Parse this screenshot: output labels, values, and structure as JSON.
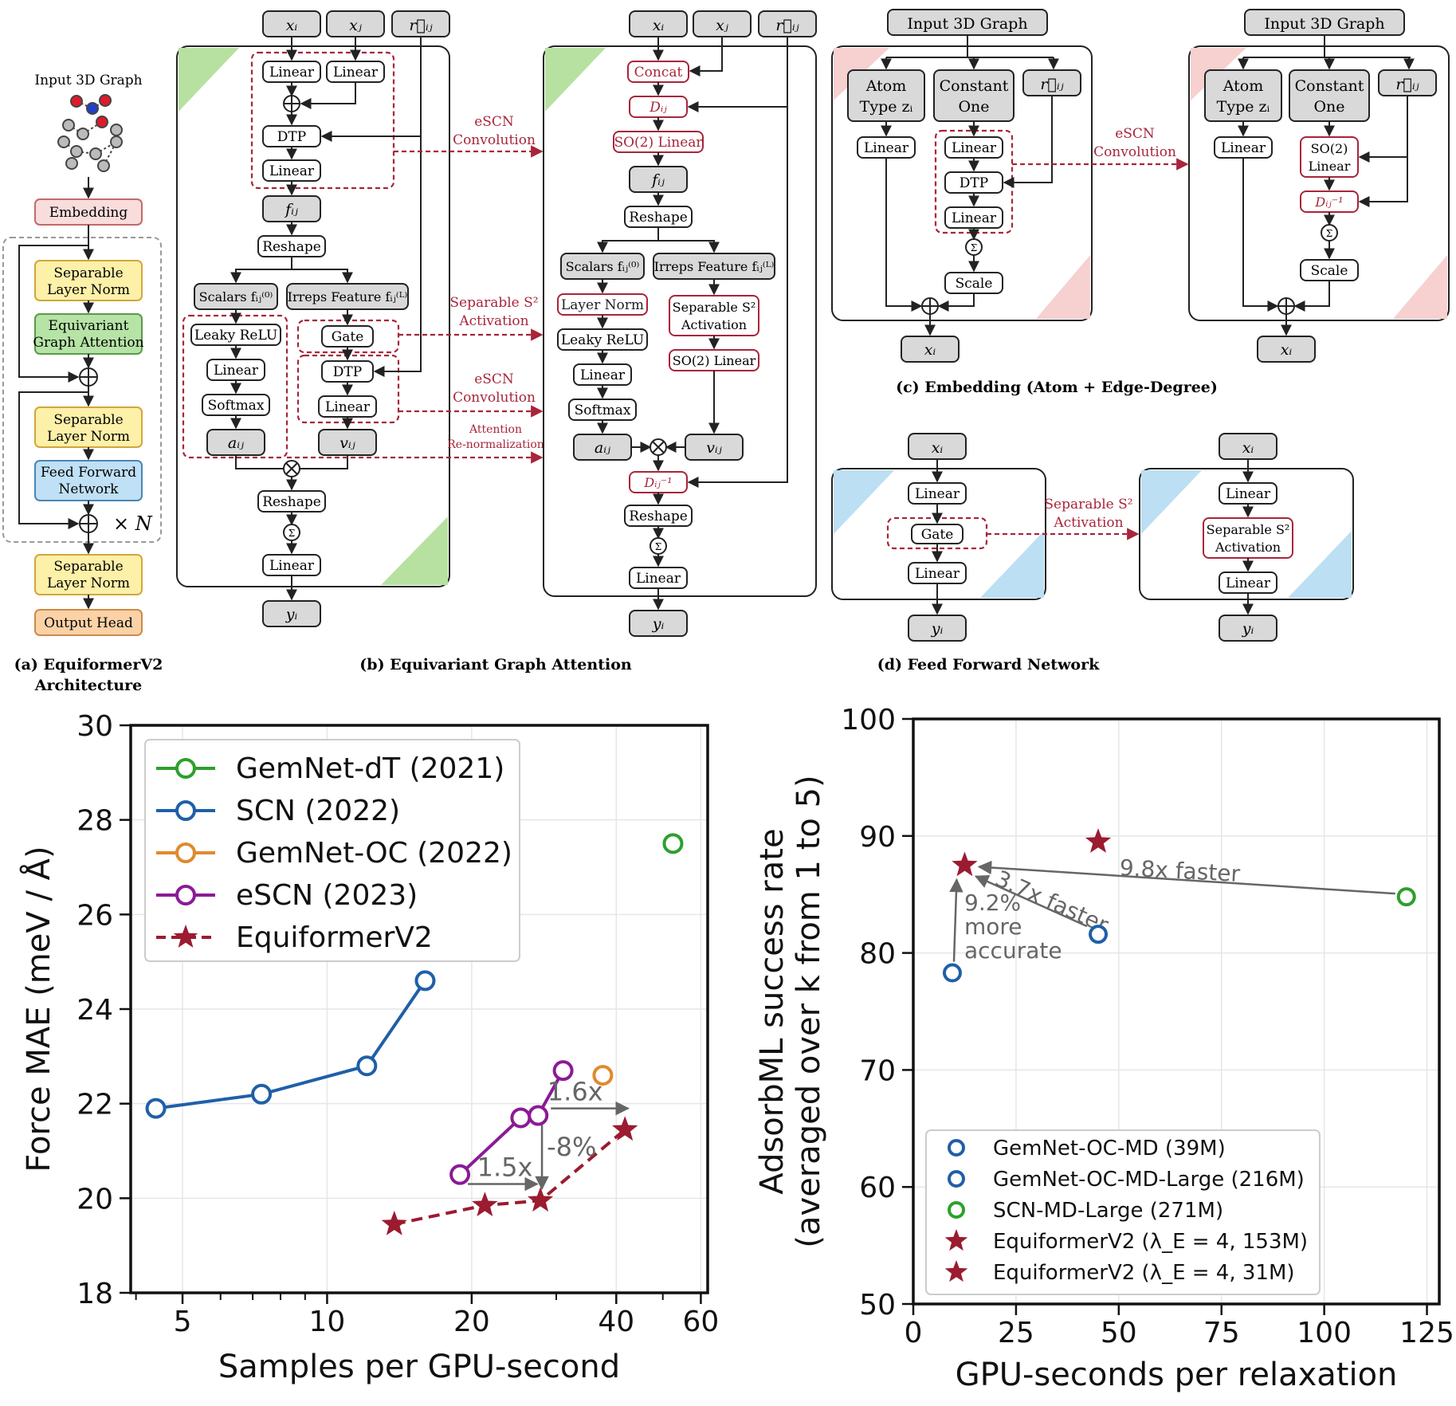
{
  "colors": {
    "red": "#a8253a",
    "gray_box": "#d9d9d9",
    "green_corner": "#b7e1a1",
    "pink_corner": "#f7d0d0",
    "blue_corner": "#bcdff3",
    "pink_fill": "#f9dcdc",
    "yellow_fill": "#fdf0a8",
    "green_fill": "#b6e3a6",
    "blue_fill": "#bfe0f5",
    "orange_fill": "#fbd1a6"
  },
  "panel_a": {
    "caption_line1": "(a) EquiformerV2",
    "caption_line2": "Architecture",
    "input_label": "Input 3D Graph",
    "embedding": "Embedding",
    "sln1_l1": "Separable",
    "sln1_l2": "Layer Norm",
    "ega_l1": "Equivariant",
    "ega_l2": "Graph Attention",
    "sln2_l1": "Separable",
    "sln2_l2": "Layer Norm",
    "ffn_l1": "Feed Forward",
    "ffn_l2": "Network",
    "sln3_l1": "Separable",
    "sln3_l2": "Layer Norm",
    "output_head": "Output Head",
    "repeat": "× N"
  },
  "panel_b": {
    "caption": "(b) Equivariant Graph Attention",
    "xi": "xᵢ",
    "xj": "xⱼ",
    "rij": "r⃗ᵢⱼ",
    "linear": "Linear",
    "dtp": "DTP",
    "fij": "fᵢⱼ",
    "reshape": "Reshape",
    "scalars": "Scalars fᵢⱼ⁽⁰⁾",
    "irreps": "Irreps Feature fᵢⱼ⁽ᴸ⁾",
    "leaky": "Leaky ReLU",
    "softmax": "Softmax",
    "gate": "Gate",
    "aij": "aᵢⱼ",
    "vij": "vᵢⱼ",
    "sigma": "Σ",
    "yi": "yᵢ",
    "concat": "Concat",
    "dij": "Dᵢⱼ",
    "dij_inv": "Dᵢⱼ⁻¹",
    "so2": "SO(2) Linear",
    "layer_norm": "Layer Norm",
    "sep_act_l1": "Separable S²",
    "sep_act_l2": "Activation",
    "arrow1_l1": "eSCN",
    "arrow1_l2": "Convolution",
    "arrow2_l1": "Separable S²",
    "arrow2_l2": "Activation",
    "arrow3_l1": "eSCN",
    "arrow3_l2": "Convolution",
    "arrow4_l1": "Attention",
    "arrow4_l2": "Re-normalization"
  },
  "panel_c": {
    "caption": "(c) Embedding (Atom + Edge-Degree)",
    "input": "Input 3D Graph",
    "atom_l1": "Atom",
    "atom_l2": "Type zᵢ",
    "const_l1": "Constant",
    "const_l2": "One",
    "rij": "r⃗ᵢⱼ",
    "linear": "Linear",
    "dtp": "DTP",
    "sigma": "Σ",
    "scale": "Scale",
    "so2_l1": "SO(2)",
    "so2_l2": "Linear",
    "dij_inv": "Dᵢⱼ⁻¹",
    "xi": "xᵢ",
    "arrow_l1": "eSCN",
    "arrow_l2": "Convolution"
  },
  "panel_d": {
    "caption": "(d) Feed Forward Network",
    "xi": "xᵢ",
    "linear": "Linear",
    "gate": "Gate",
    "yi": "yᵢ",
    "sep_l1": "Separable S²",
    "sep_l2": "Activation",
    "arrow_l1": "Separable S²",
    "arrow_l2": "Activation"
  },
  "chart_data": [
    {
      "type": "line",
      "xlabel": "Samples per GPU-second",
      "ylabel": "Force MAE (meV / Å)",
      "xscale": "log",
      "xlim": [
        3.9,
        62
      ],
      "ylim": [
        18,
        30
      ],
      "xticks": [
        5,
        10,
        20,
        40,
        60
      ],
      "yticks": [
        18,
        20,
        22,
        24,
        26,
        28,
        30
      ],
      "grid": true,
      "legend_position": "top-left",
      "series": [
        {
          "name": "GemNet-dT (2021)",
          "color": "#2ca02c",
          "marker": "circle",
          "line": "solid",
          "points": [
            [
              52.5,
              27.5
            ]
          ]
        },
        {
          "name": "SCN (2022)",
          "color": "#1f5fa8",
          "marker": "circle",
          "line": "solid",
          "points": [
            [
              4.4,
              21.9
            ],
            [
              7.3,
              22.2
            ],
            [
              12.1,
              22.8
            ],
            [
              16.0,
              24.6
            ]
          ]
        },
        {
          "name": "GemNet-OC (2022)",
          "color": "#e08a2e",
          "marker": "circle",
          "line": "solid",
          "points": [
            [
              37.5,
              22.6
            ]
          ]
        },
        {
          "name": "eSCN (2023)",
          "color": "#8b1a96",
          "marker": "circle",
          "line": "solid",
          "points": [
            [
              18.9,
              20.5
            ],
            [
              25.3,
              21.7
            ],
            [
              27.5,
              21.75
            ],
            [
              31.0,
              22.7
            ]
          ]
        },
        {
          "name": "EquiformerV2",
          "color": "#9b1b30",
          "marker": "star",
          "line": "dashed",
          "points": [
            [
              13.8,
              19.45
            ],
            [
              21.3,
              19.85
            ],
            [
              27.8,
              19.95
            ],
            [
              41.7,
              21.45
            ]
          ]
        }
      ],
      "annotations": [
        {
          "text": "1.6x"
        },
        {
          "text": "1.5x"
        },
        {
          "text": "-8%"
        }
      ]
    },
    {
      "type": "scatter",
      "xlabel": "GPU-seconds per relaxation",
      "ylabel_l1": "AdsorbML success rate",
      "ylabel_l2": "(averaged over k from 1 to 5)",
      "xlim": [
        0,
        128
      ],
      "ylim": [
        50,
        100
      ],
      "xticks": [
        0,
        25,
        50,
        75,
        100,
        125
      ],
      "yticks": [
        50,
        60,
        70,
        80,
        90,
        100
      ],
      "grid": true,
      "legend_position": "bottom",
      "series": [
        {
          "name": "GemNet-OC-MD (39M)",
          "color": "#1f5fa8",
          "marker": "circle",
          "points": [
            [
              9.5,
              78.3
            ]
          ]
        },
        {
          "name": "GemNet-OC-MD-Large (216M)",
          "color": "#1f5fa8",
          "marker": "circle",
          "points": [
            [
              45,
              81.6
            ]
          ]
        },
        {
          "name": "SCN-MD-Large (271M)",
          "color": "#2ca02c",
          "marker": "circle",
          "points": [
            [
              120,
              84.8
            ]
          ]
        },
        {
          "name": "EquiformerV2 (λ_E = 4, 153M)",
          "color": "#9b1b30",
          "marker": "star",
          "points": [
            [
              45,
              89.5
            ]
          ]
        },
        {
          "name": "EquiformerV2 (λ_E = 4, 31M)",
          "color": "#9b1b30",
          "marker": "star",
          "points": [
            [
              12.5,
              87.5
            ]
          ]
        }
      ],
      "annotations": [
        {
          "text": "9.8x faster"
        },
        {
          "text": "3.7x faster"
        },
        {
          "text_l1": "9.2%",
          "text_l2": "more",
          "text_l3": "accurate"
        }
      ]
    }
  ]
}
